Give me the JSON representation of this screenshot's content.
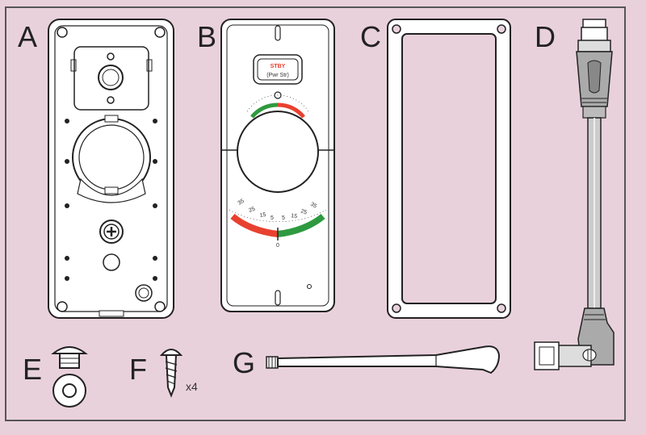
{
  "labels": {
    "a": "A",
    "b": "B",
    "c": "C",
    "d": "D",
    "e": "E",
    "f": "F",
    "g": "G"
  },
  "panel_b": {
    "button_top": "STBY",
    "button_bottom": "(Pwr Str)",
    "center_mark": "0"
  },
  "rudder_scale": {
    "left": [
      "35",
      "25",
      "15",
      "5"
    ],
    "right": [
      "5",
      "15",
      "25",
      "35"
    ]
  },
  "screw_quantity": "x4",
  "colors": {
    "background": "#e9d1dc",
    "line": "#222222",
    "red": "#e8412f",
    "green": "#2e9a3f"
  }
}
